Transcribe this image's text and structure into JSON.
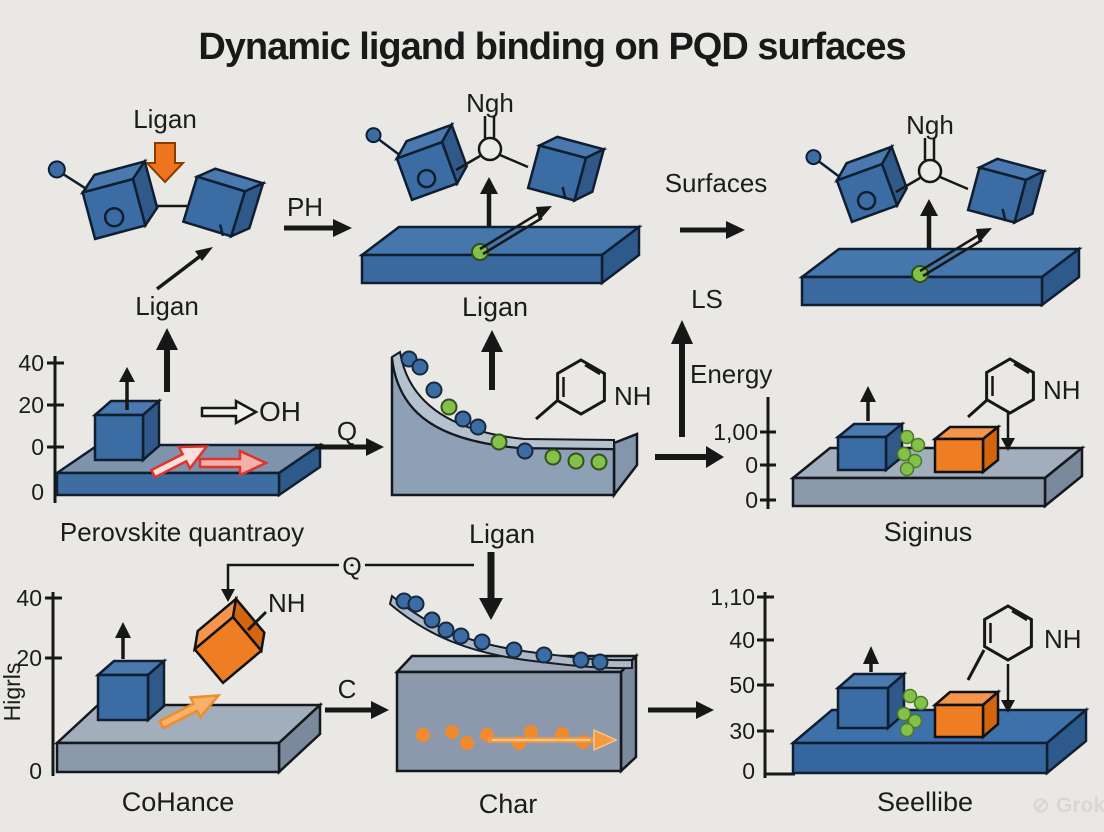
{
  "title": "Dynamic ligand binding on PQD surfaces",
  "colors": {
    "background": "#e9e8e5",
    "blue": "#3b6ca4",
    "blue_top": "#4a79af",
    "blue_side": "#30598a",
    "gray_top": "#a3aebc",
    "gray_front": "#8c99ab",
    "wedge": "#8da0b6",
    "orange": "#ee7d23",
    "green": "#83c14a",
    "red_arrow": "#e23c35",
    "ink": "#171717"
  },
  "panels": {
    "dissociation": {
      "ligand_top": "Ligan",
      "ligand_bottom": "Ligan"
    },
    "binding": {
      "nitrogen_label": "Ngh",
      "caption": "Ligan"
    },
    "bound_surface": {
      "nitrogen_label": "Ngh",
      "ls_label": "LS"
    },
    "pqd": {
      "y_ticks": [
        "40",
        "20",
        "0",
        "0"
      ],
      "oh_label": "OH",
      "caption": "Perovskite quantraoy"
    },
    "ligand_curve": {
      "nh_label": "NH",
      "caption": "Ligan"
    },
    "signal": {
      "energy_label": "Energy",
      "y_ticks": [
        "1,00",
        "0",
        "0"
      ],
      "nh_label": "NH",
      "caption": "Siginus"
    },
    "cohance": {
      "y_axis_label": "Higrls",
      "y_ticks": [
        "40",
        "20",
        "0"
      ],
      "nh_label": "NH",
      "caption": "CoHance"
    },
    "char": {
      "caption": "Char"
    },
    "seellibe": {
      "y_ticks": [
        "1,10",
        "40",
        "50",
        "30",
        "0"
      ],
      "nh_label": "NH",
      "caption": "Seellibe"
    }
  },
  "arrows": {
    "ph": "PH",
    "surfaces": "Surfaces",
    "q_top": "Q",
    "q_bottom": "Q",
    "c": "C"
  },
  "watermark": {
    "logo": "⊘",
    "text": "Grok"
  }
}
